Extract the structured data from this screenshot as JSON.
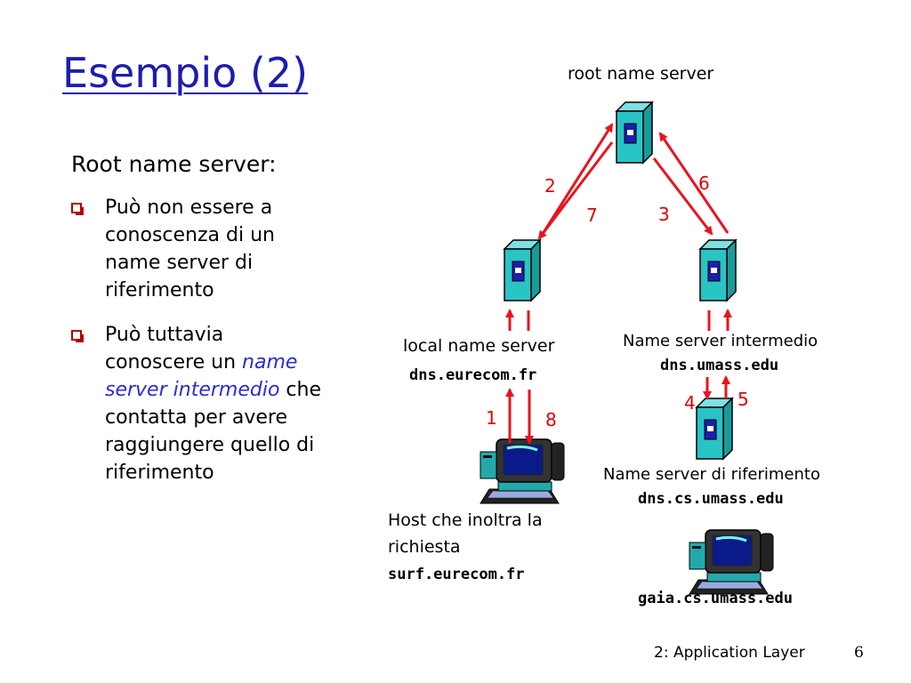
{
  "slide": {
    "title": "Esempio (2)",
    "subtitle": "Root name server:",
    "bullets": [
      {
        "lines": [
          "Può non essere a",
          "conoscenza di un",
          "name server di",
          "riferimento"
        ]
      },
      {
        "line1": "Può tuttavia",
        "line2_pre": "conoscere un ",
        "line2_em": "name",
        "line3_em": "server intermedio",
        "line3_post": " che",
        "line4": "contatta per avere",
        "line5": "raggiungere quello di",
        "line6": "riferimento"
      }
    ],
    "footer": "2: Application Layer",
    "page_number": "6"
  },
  "diagram": {
    "root": {
      "label": "root name server"
    },
    "local": {
      "label": "local name server",
      "host": "dns.eurecom.fr"
    },
    "intermediate": {
      "label": "Name server intermedio",
      "host": "dns.umass.edu"
    },
    "authoritative": {
      "label": "Name server di riferimento",
      "host": "dns.cs.umass.edu"
    },
    "requesting_host": {
      "line1": "Host che inoltra la",
      "line2": "richiesta",
      "host": "surf.eurecom.fr"
    },
    "destination_host": {
      "host": "gaia.cs.umass.edu"
    },
    "steps": [
      "1",
      "2",
      "3",
      "4",
      "5",
      "6",
      "7",
      "8"
    ],
    "colors": {
      "arrow": "#e8141e",
      "server": "#29c4c4",
      "accent": "#1d1db0"
    }
  }
}
